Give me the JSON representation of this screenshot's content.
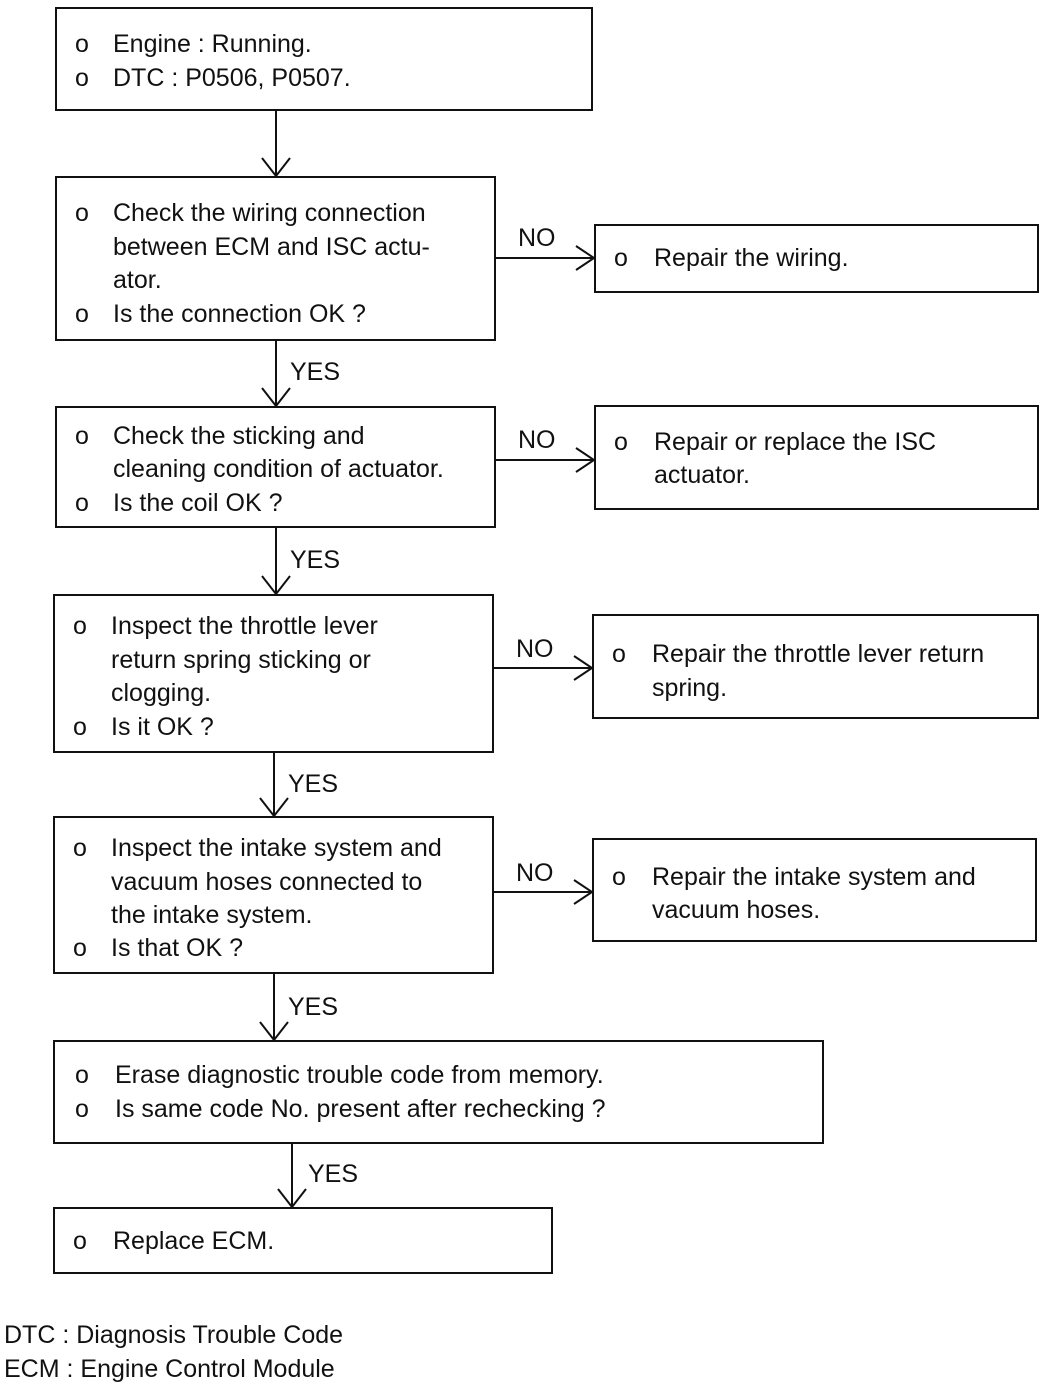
{
  "steps": {
    "start": {
      "items": [
        {
          "bullet": "o",
          "text": "Engine : Running."
        },
        {
          "bullet": "o",
          "text": "DTC : P0506, P0507."
        }
      ]
    },
    "wiring": {
      "items": [
        {
          "bullet": "o",
          "lines": [
            "Check the wiring connection",
            "between ECM and ISC actu-",
            "ator."
          ]
        },
        {
          "bullet": "o",
          "lines": [
            "Is the connection OK ?"
          ]
        }
      ]
    },
    "sticking": {
      "items": [
        {
          "bullet": "o",
          "lines": [
            "Check the sticking and",
            "cleaning condition of actuator."
          ]
        },
        {
          "bullet": "o",
          "lines": [
            "Is the coil OK ?"
          ]
        }
      ]
    },
    "throttle": {
      "items": [
        {
          "bullet": "o",
          "lines": [
            "Inspect the throttle lever",
            "return spring sticking or",
            "clogging."
          ]
        },
        {
          "bullet": "o",
          "lines": [
            "Is it OK ?"
          ]
        }
      ]
    },
    "intake": {
      "items": [
        {
          "bullet": "o",
          "lines": [
            "Inspect the intake system and",
            "vacuum hoses connected to",
            "the intake system."
          ]
        },
        {
          "bullet": "o",
          "lines": [
            "Is that OK ?"
          ]
        }
      ]
    },
    "erase": {
      "items": [
        {
          "bullet": "o",
          "lines": [
            "Erase diagnostic trouble code from memory."
          ]
        },
        {
          "bullet": "o",
          "lines": [
            "Is same code No. present after rechecking ?"
          ]
        }
      ]
    },
    "replace": {
      "items": [
        {
          "bullet": "o",
          "lines": [
            "Replace ECM."
          ]
        }
      ]
    }
  },
  "remedies": {
    "wiring": {
      "bullet": "o",
      "lines": [
        "Repair the wiring."
      ]
    },
    "actuator": {
      "bullet": "o",
      "lines": [
        "Repair or replace the ISC",
        "actuator."
      ]
    },
    "spring": {
      "bullet": "o",
      "lines": [
        "Repair the throttle lever return",
        "spring."
      ]
    },
    "hoses": {
      "bullet": "o",
      "lines": [
        "Repair the intake system and",
        "vacuum hoses."
      ]
    }
  },
  "labels": {
    "yes": "YES",
    "no": "NO"
  },
  "legend": [
    "DTC : Diagnosis Trouble Code",
    "ECM : Engine Control Module"
  ]
}
